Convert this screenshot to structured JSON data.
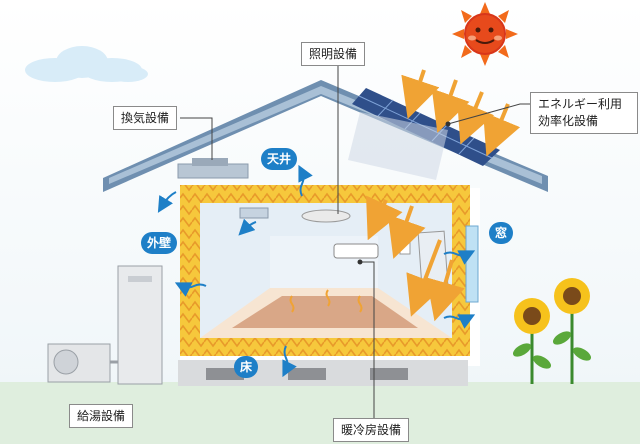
{
  "labels": {
    "lighting": "照明設備",
    "ventilation": "換気設備",
    "energy": "エネルギー利用効率化設備",
    "water_heater": "給湯設備",
    "heating_cooling": "暖冷房設備"
  },
  "parts": {
    "ceiling": "天井",
    "outer_wall": "外壁",
    "window": "窓",
    "floor": "床"
  },
  "colors": {
    "sky_blue": "#1e7fc7",
    "insulation": "#f6c83c",
    "sun": "#f26a1b",
    "roof": "#6f8fb0",
    "arrow_orange": "#f0a334",
    "ground": "#dfeede"
  }
}
